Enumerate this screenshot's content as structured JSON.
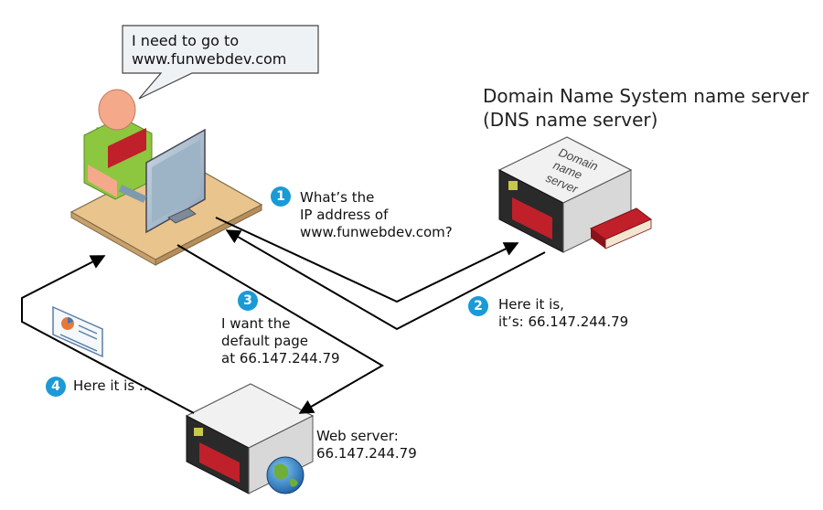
{
  "speech_bubble": {
    "line1": "I need to go to",
    "line2": "www.funwebdev.com"
  },
  "dns_server": {
    "title_line1": "Domain Name System name server",
    "title_line2": "(DNS name server)",
    "label_line1": "Domain",
    "label_line2": "name",
    "label_line3": "server"
  },
  "steps": [
    {
      "number": "1",
      "lines": [
        "What’s the",
        "IP address of",
        "www.funwebdev.com?"
      ]
    },
    {
      "number": "2",
      "lines": [
        "Here it is,",
        "it’s: 66.147.244.79"
      ]
    },
    {
      "number": "3",
      "lines": [
        "I want the",
        "default page",
        "at 66.147.244.79"
      ]
    },
    {
      "number": "4",
      "lines": [
        "Here it is ..."
      ]
    }
  ],
  "web_server": {
    "line1": "Web server:",
    "line2": "66.147.244.79"
  },
  "colors": {
    "step_badge": "#1a9ad6",
    "server_red": "#c0202a",
    "desk": "#e9c48d",
    "person_green": "#8dc63f"
  }
}
